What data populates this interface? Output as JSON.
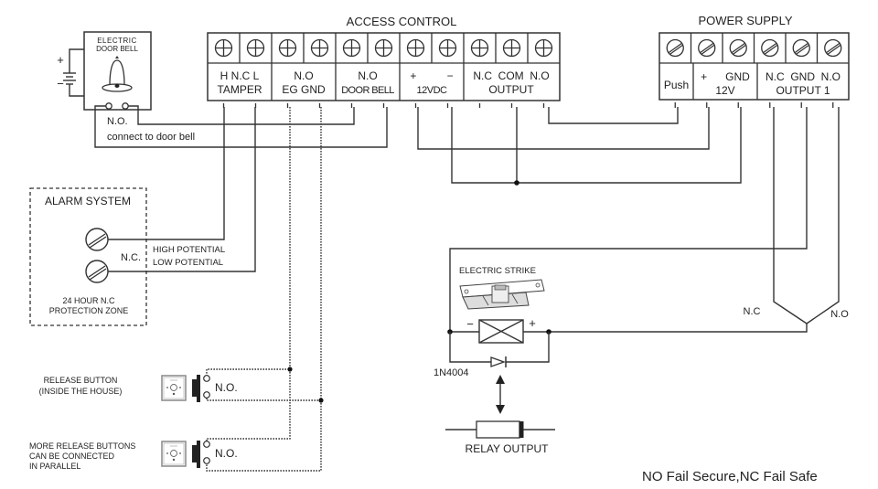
{
  "access_control": {
    "title": "ACCESS CONTROL",
    "groups": [
      {
        "top": "H  N.C  L",
        "bottom": "TAMPER"
      },
      {
        "top": "N.O",
        "bottom": "EG    GND"
      },
      {
        "top": "N.O",
        "bottom": "DOOR BELL"
      },
      {
        "top": "+          −",
        "bottom": "12VDC"
      },
      {
        "top": "N.C  COM  N.O",
        "bottom": "OUTPUT"
      }
    ],
    "terminal_count": 11
  },
  "power_supply": {
    "title": "POWER SUPPLY",
    "groups": [
      {
        "top": "",
        "bottom": "Push"
      },
      {
        "top": "+      GND",
        "bottom": "12V"
      },
      {
        "top": "N.C  GND  N.O",
        "bottom": "OUTPUT 1"
      }
    ],
    "terminal_count": 6
  },
  "door_bell": {
    "title_line1": "ELECTRIC",
    "title_line2": "DOOR BELL",
    "battery_plus": "+",
    "battery_minus": "−",
    "contact_label": "N.O.",
    "connect_label": "connect to door bell"
  },
  "alarm": {
    "title": "ALARM SYSTEM",
    "nc_label": "N.C.",
    "high_label": "HIGH POTENTIAL",
    "low_label": "LOW POTENTIAL",
    "zone_line1": "24 HOUR N.C",
    "zone_line2": "PROTECTION ZONE"
  },
  "release_buttons": [
    {
      "line1": "RELEASE BUTTON",
      "line2": "(INSIDE THE HOUSE)",
      "line3": "",
      "contact": "N.O."
    },
    {
      "line1": "MORE RELEASE BUTTONS",
      "line2": "CAN BE CONNECTED",
      "line3": "IN PARALLEL",
      "contact": "N.O."
    }
  ],
  "strike": {
    "title": "ELECTRIC STRIKE",
    "minus": "−",
    "plus": "+",
    "diode": "1N4004",
    "relay": "RELAY OUTPUT"
  },
  "output_switch": {
    "nc": "N.C",
    "no": "N.O"
  },
  "footer_note": "NO Fail Secure,NC Fail Safe"
}
